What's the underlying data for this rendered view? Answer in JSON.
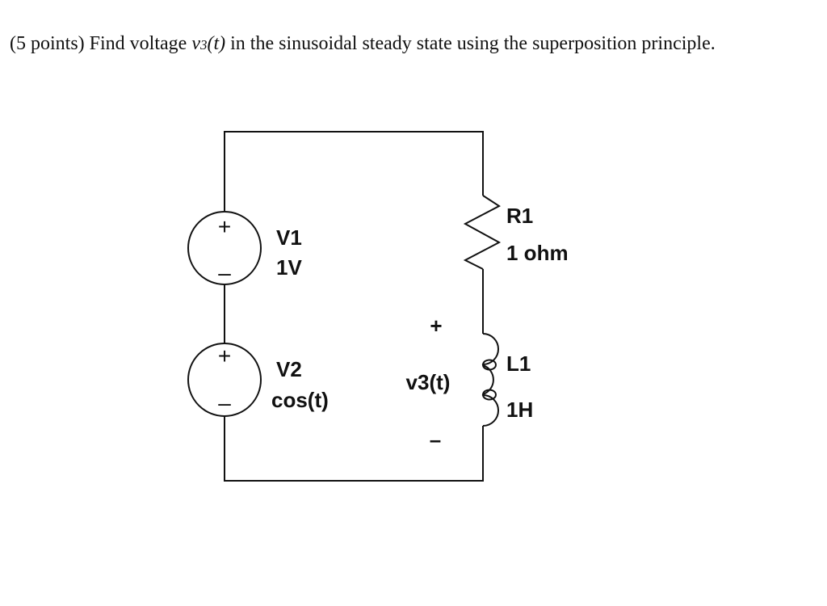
{
  "question": {
    "prefix": "(5 points) Find voltage ",
    "var_main": "v",
    "var_sub": "3",
    "var_arg": "(t)",
    "suffix": " in the sinusoidal steady state using the superposition principle."
  },
  "circuit": {
    "V1": {
      "name": "V1",
      "value": "1V"
    },
    "V2": {
      "name": "V2",
      "value": "cos(t)"
    },
    "R1": {
      "name": "R1",
      "value": "1 ohm"
    },
    "L1": {
      "name": "L1",
      "value": "1H"
    },
    "output": {
      "label": "v3(t)",
      "plus": "+",
      "minus": "–"
    },
    "source_plus": "+",
    "source_minus": "–"
  }
}
